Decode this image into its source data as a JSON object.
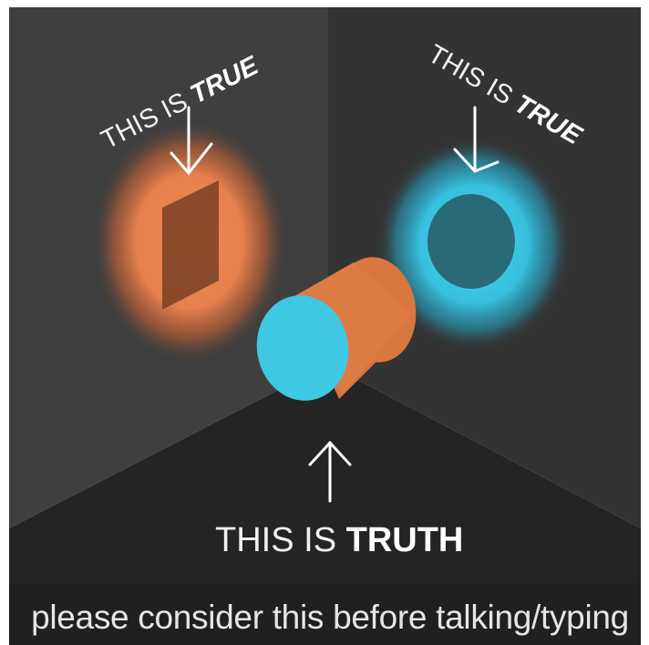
{
  "labels": {
    "left_prefix": "THIS IS ",
    "left_emphasis": "TRUE",
    "right_prefix": "THIS IS ",
    "right_emphasis": "TRUE",
    "bottom_prefix": "THIS IS ",
    "bottom_emphasis": "TRUTH"
  },
  "caption": "please consider this before talking/typing",
  "colors": {
    "orange": "#e0804e",
    "cyan": "#3fc8e3",
    "left_wall": "#3f3f3f",
    "right_wall": "#333333",
    "floor": "#242424"
  }
}
